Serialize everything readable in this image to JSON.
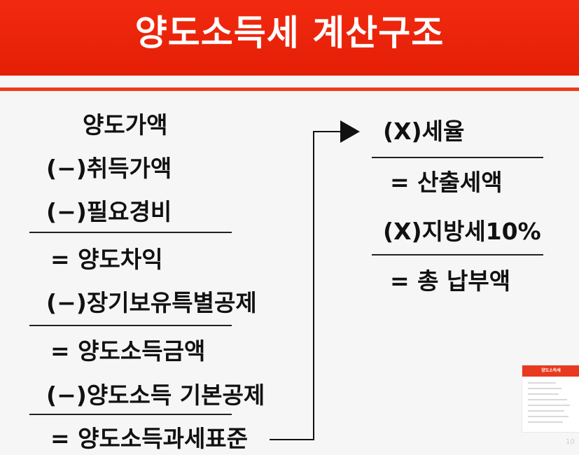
{
  "header": {
    "title": "양도소득세 계산구조"
  },
  "left_column": [
    {
      "text": "양도가액"
    },
    {
      "text": "(−)취득가액"
    },
    {
      "text": "(−)필요경비"
    },
    {
      "text": "=  양도차익"
    },
    {
      "text": "(−)장기보유특별공제"
    },
    {
      "text": "=  양도소득금액"
    },
    {
      "text": "(−)양도소득 기본공제"
    },
    {
      "text": "=  양도소득과세표준"
    }
  ],
  "right_column": [
    {
      "text": "(X)세율"
    },
    {
      "text": "=  산출세액"
    },
    {
      "text": "(X)지방세10%"
    },
    {
      "text": "=  총 납부액"
    }
  ],
  "thumbnail": {
    "title": "양도소득세"
  },
  "watermark": "10"
}
